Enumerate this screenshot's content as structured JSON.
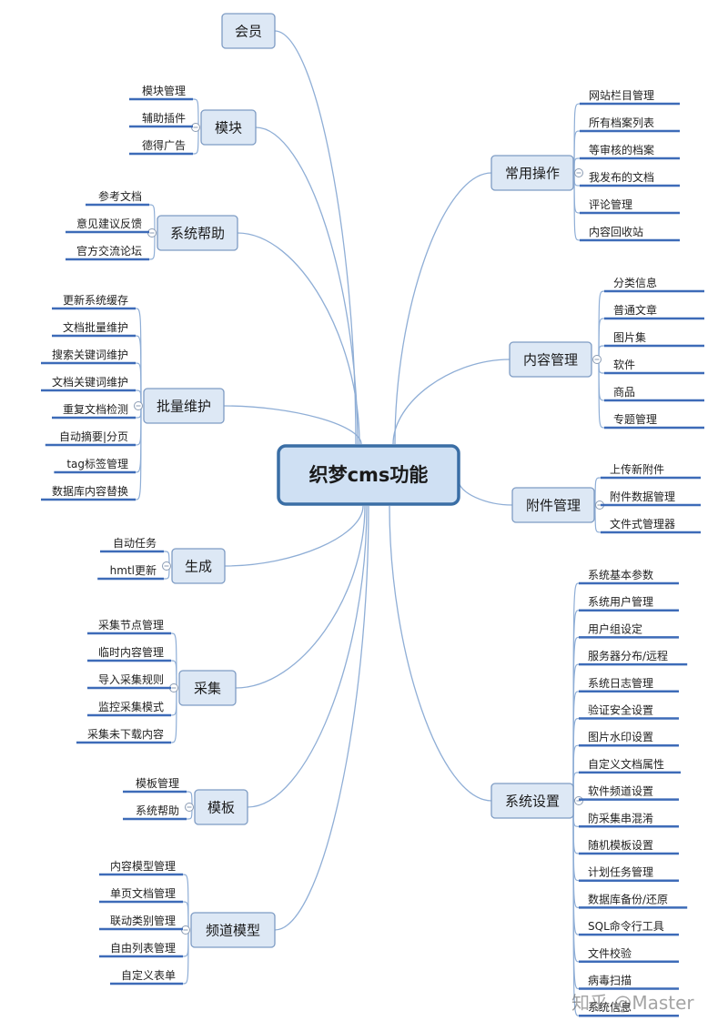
{
  "root": {
    "label": "织梦cms功能"
  },
  "left_branches": [
    {
      "label": "会员",
      "items": []
    },
    {
      "label": "模块",
      "items": [
        "模块管理",
        "辅助插件",
        "德得广告"
      ]
    },
    {
      "label": "系统帮助",
      "items": [
        "参考文档",
        "意见建议反馈",
        "官方交流论坛"
      ]
    },
    {
      "label": "批量维护",
      "items": [
        "更新系统缓存",
        "文档批量维护",
        "搜索关键词维护",
        "文档关键词维护",
        "重复文档检测",
        "自动摘要|分页",
        "tag标签管理",
        "数据库内容替换"
      ]
    },
    {
      "label": "生成",
      "items": [
        "自动任务",
        "hmtl更新"
      ]
    },
    {
      "label": "采集",
      "items": [
        "采集节点管理",
        "临时内容管理",
        "导入采集规则",
        "监控采集模式",
        "采集未下载内容"
      ]
    },
    {
      "label": "模板",
      "items": [
        "模板管理",
        "系统帮助"
      ]
    },
    {
      "label": "频道模型",
      "items": [
        "内容模型管理",
        "单页文档管理",
        "联动类别管理",
        "自由列表管理",
        "自定义表单"
      ]
    }
  ],
  "right_branches": [
    {
      "label": "常用操作",
      "items": [
        "网站栏目管理",
        "所有档案列表",
        "等审核的档案",
        "我发布的文档",
        "评论管理",
        "内容回收站"
      ]
    },
    {
      "label": "内容管理",
      "items": [
        "分类信息",
        "普通文章",
        "图片集",
        "软件",
        "商品",
        "专题管理"
      ]
    },
    {
      "label": "附件管理",
      "items": [
        "上传新附件",
        "附件数据管理",
        "文件式管理器"
      ]
    },
    {
      "label": "系统设置",
      "items": [
        "系统基本参数",
        "系统用户管理",
        "用户组设定",
        "服务器分布/远程",
        "系统日志管理",
        "验证安全设置",
        "图片水印设置",
        "自定义文档属性",
        "软件频道设置",
        "防采集串混淆",
        "随机模板设置",
        "计划任务管理",
        "数据库备份/还原",
        "SQL命令行工具",
        "文件校验",
        "病毒扫描",
        "系统信息"
      ]
    }
  ],
  "watermark": "知乎 @Master",
  "colors": {
    "root_border": "#3a6ea5",
    "root_fill": "#cfe0f3",
    "branch_fill": "#dde8f5",
    "connector": "#8faed6",
    "leaf_underline": "#3d6bb8"
  }
}
